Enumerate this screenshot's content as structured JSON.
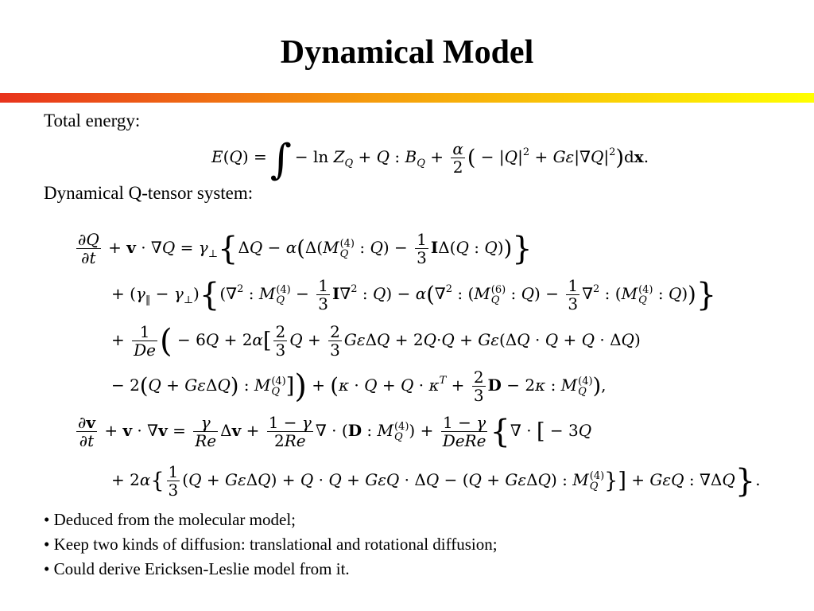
{
  "slide": {
    "title": "Dynamical Model",
    "accent_gradient": [
      "#e8331c",
      "#f59a0c",
      "#ffff00"
    ],
    "total_energy_label": "Total energy:",
    "qtensor_label": "Dynamical Q-tensor system:",
    "bullets": [
      "Deduced from the molecular model;",
      "Keep two kinds of diffusion: translational and rotational diffusion;",
      "Could derive Ericksen-Leslie model from it."
    ]
  },
  "equations": {
    "energy": "E(Q) = ∫ − ln Z_Q + Q : B_Q + (α/2)( − |Q|^2 + Gε|∇Q|^2 ) dx.",
    "q_tensor_line1": "∂Q/∂t + v·∇Q = γ⊥{ ΔQ − α( Δ(M_Q^(4) : Q) − (1/3) I Δ(Q : Q) ) }",
    "q_tensor_line2": "+ (γ‖ − γ⊥){ (∇² : M_Q^(4) − (1/3) I ∇² : Q) − α( ∇² : (M_Q^(6) : Q) − (1/3) ∇² : (M_Q^(4) : Q) ) }",
    "q_tensor_line3": "+ (1/De)( − 6Q + 2α[ (2/3)Q + (2/3)GεΔQ + 2Q·Q + Gε(ΔQ · Q + Q · ΔQ)",
    "q_tensor_line4": "− 2(Q + GεΔQ) : M_Q^(4) ] ) + (κ · Q + Q · κ^T + (2/3)D − 2κ : M_Q^(4)),",
    "velocity_line1": "∂v/∂t + v · ∇v = (γ/Re)Δv + ((1−γ)/(2Re))∇ · (D : M_Q^(4)) + ((1−γ)/(DeRe)){ ∇ · [ − 3Q",
    "velocity_line2": "+ 2α{ (1/3)(Q + GεΔQ) + Q · Q + GεQ · ΔQ − (Q + GεΔQ) : M_Q^(4) } ] + GεQ : ∇ΔQ }."
  }
}
